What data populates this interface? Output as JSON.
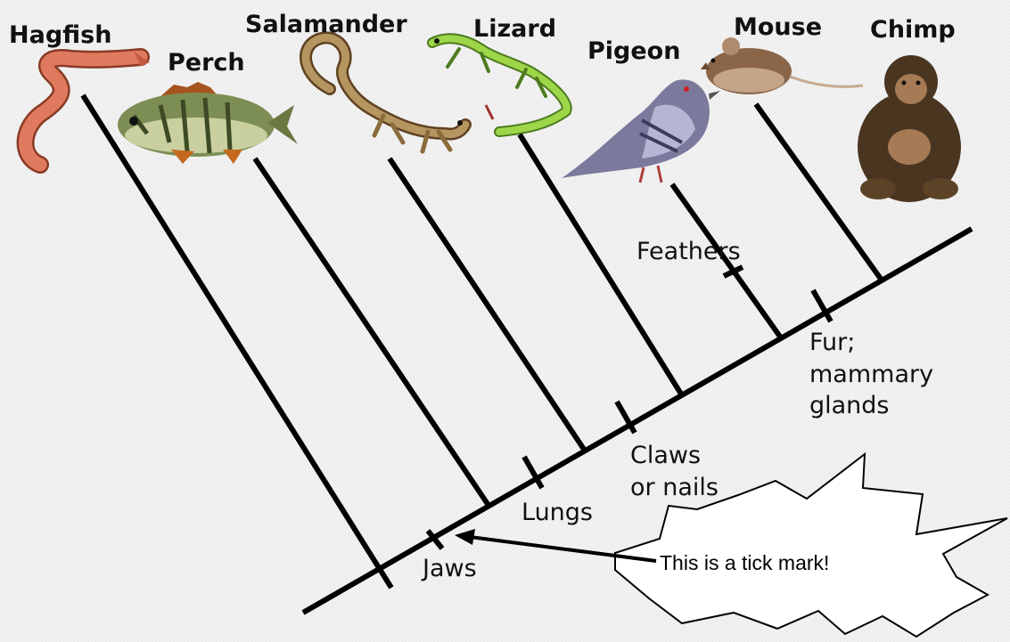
{
  "taxa": [
    "Hagfish",
    "Perch",
    "Salamander",
    "Lizard",
    "Pigeon",
    "Mouse",
    "Chimp"
  ],
  "traits": {
    "jaws": "Jaws",
    "lungs": "Lungs",
    "claws_line1": "Claws",
    "claws_line2": "or nails",
    "feathers": "Feathers",
    "fur_line1": "Fur;",
    "fur_line2": "mammary",
    "fur_line3": "glands"
  },
  "callout": {
    "text": "This is a tick mark!"
  },
  "icons": [
    "hagfish-icon",
    "perch-icon",
    "salamander-icon",
    "lizard-icon",
    "pigeon-icon",
    "mouse-icon",
    "chimp-icon"
  ]
}
